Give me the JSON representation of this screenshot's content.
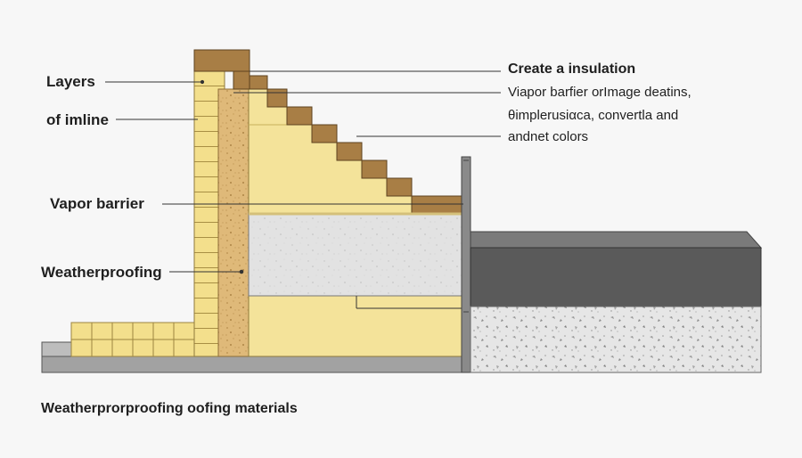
{
  "labels": {
    "left": [
      "Layers",
      "of imline",
      "Vapor barrier",
      "Weatherproofing"
    ],
    "right": [
      "Create a insulation",
      "Viapor barfier orImage deatins,",
      "θimplerusiαca, convertla and",
      "andnet colors"
    ]
  },
  "caption": "Weatherprorproofing oofing materials",
  "colors": {
    "background": "#f7f7f7",
    "brick": "#f3df8c",
    "insulation": "#f4e39a",
    "cork": "#dfb979",
    "cap": "#a87e45",
    "concrete": "#e2e2e2",
    "membrane": "#5a5a5a",
    "gravel": "#e6e6e6",
    "line": "#333333"
  }
}
